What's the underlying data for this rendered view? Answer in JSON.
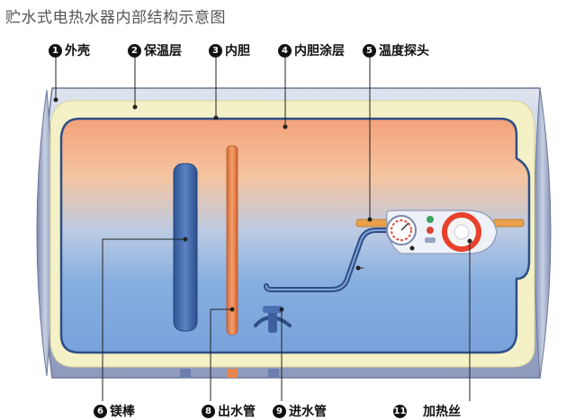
{
  "title": "贮水式电热水器内部结构示意图",
  "callouts": [
    {
      "num": "1",
      "label": "外壳"
    },
    {
      "num": "2",
      "label": "保温层"
    },
    {
      "num": "3",
      "label": "内胆"
    },
    {
      "num": "4",
      "label": "内胆涂层"
    },
    {
      "num": "5",
      "label": "温度探头"
    },
    {
      "num": "6",
      "label": "镁棒"
    },
    {
      "num": "8",
      "label": "出水管"
    },
    {
      "num": "9",
      "label": "进水管"
    },
    {
      "num": "11",
      "label": "加热丝"
    }
  ],
  "colors": {
    "shell": "#a9b4d0",
    "insulation": "#f2f0c2",
    "tank_outline": "#2f4e86",
    "water_warm": "#f2a57d",
    "water_cool": "#7fa8de",
    "anode_rod": "#3f67ad",
    "outlet_pipe": "#e8844d",
    "probe": "#e8a04a",
    "heating_element": "#e8402a",
    "leader_line": "#222222"
  }
}
